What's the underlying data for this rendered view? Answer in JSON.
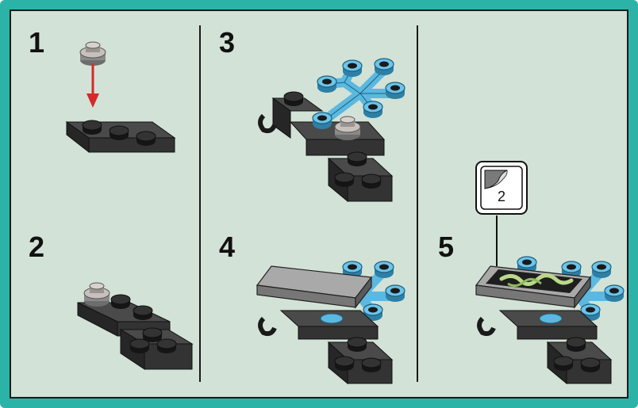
{
  "steps": [
    {
      "number": "1"
    },
    {
      "number": "2"
    },
    {
      "number": "3"
    },
    {
      "number": "4"
    },
    {
      "number": "5"
    }
  ],
  "sticker": {
    "number": "2"
  },
  "colors": {
    "frame": "#2bb3a8",
    "background": "#d3e2d6",
    "dark_brick": "#3a3a3a",
    "light_gray_brick": "#a9a9a9",
    "blue_brick": "#5bb8e0",
    "arrow": "#d42a2a"
  }
}
